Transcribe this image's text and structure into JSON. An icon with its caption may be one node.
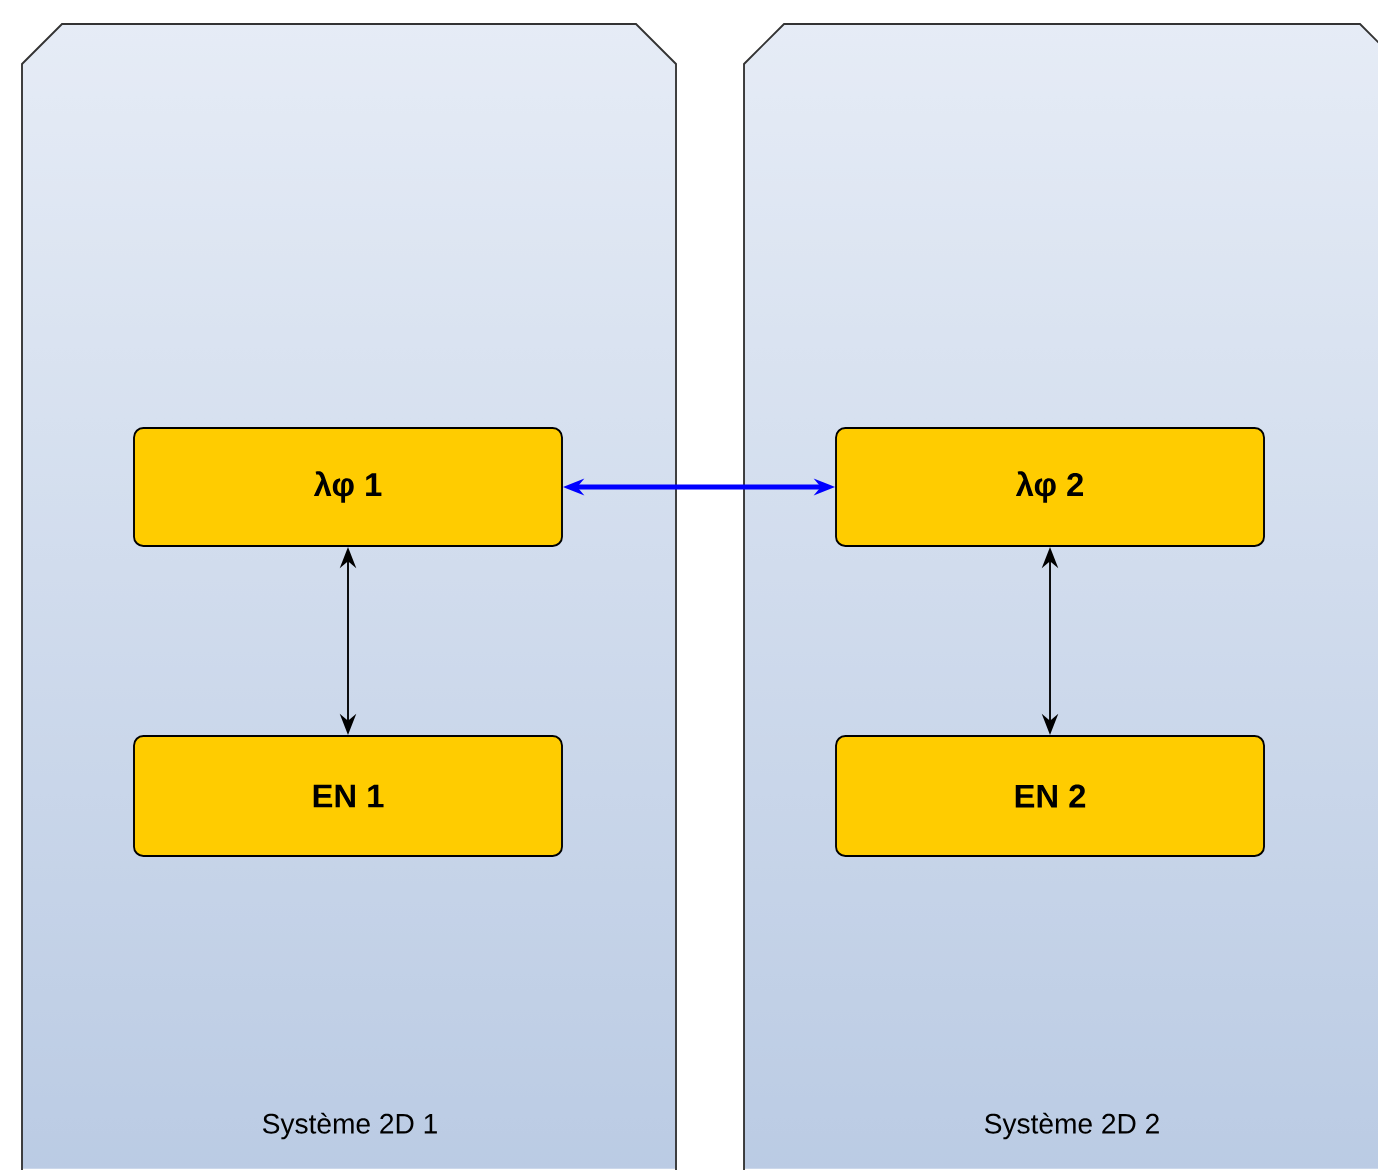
{
  "diagram": {
    "nodes": [
      {
        "text": [
          "Système 2D 1"
        ]
      },
      {
        "text": [
          "λφ 1"
        ],
        "in": 0
      },
      {
        "text": [
          "EN 1"
        ],
        "in": 0
      },
      {
        "text": [
          "Système 2D 2"
        ]
      },
      {
        "text": [
          "λφ 2"
        ],
        "in": 3
      },
      {
        "text": [
          "EN 2"
        ],
        "in": 3
      }
    ],
    "edges": [
      {
        "from": 1,
        "to": 4,
        "arrow": "both",
        "style": "thick",
        "color": "#0000ff"
      },
      {
        "from": 1,
        "to": 2,
        "arrow": "both"
      },
      {
        "from": 4,
        "to": 5,
        "arrow": "both"
      }
    ]
  }
}
